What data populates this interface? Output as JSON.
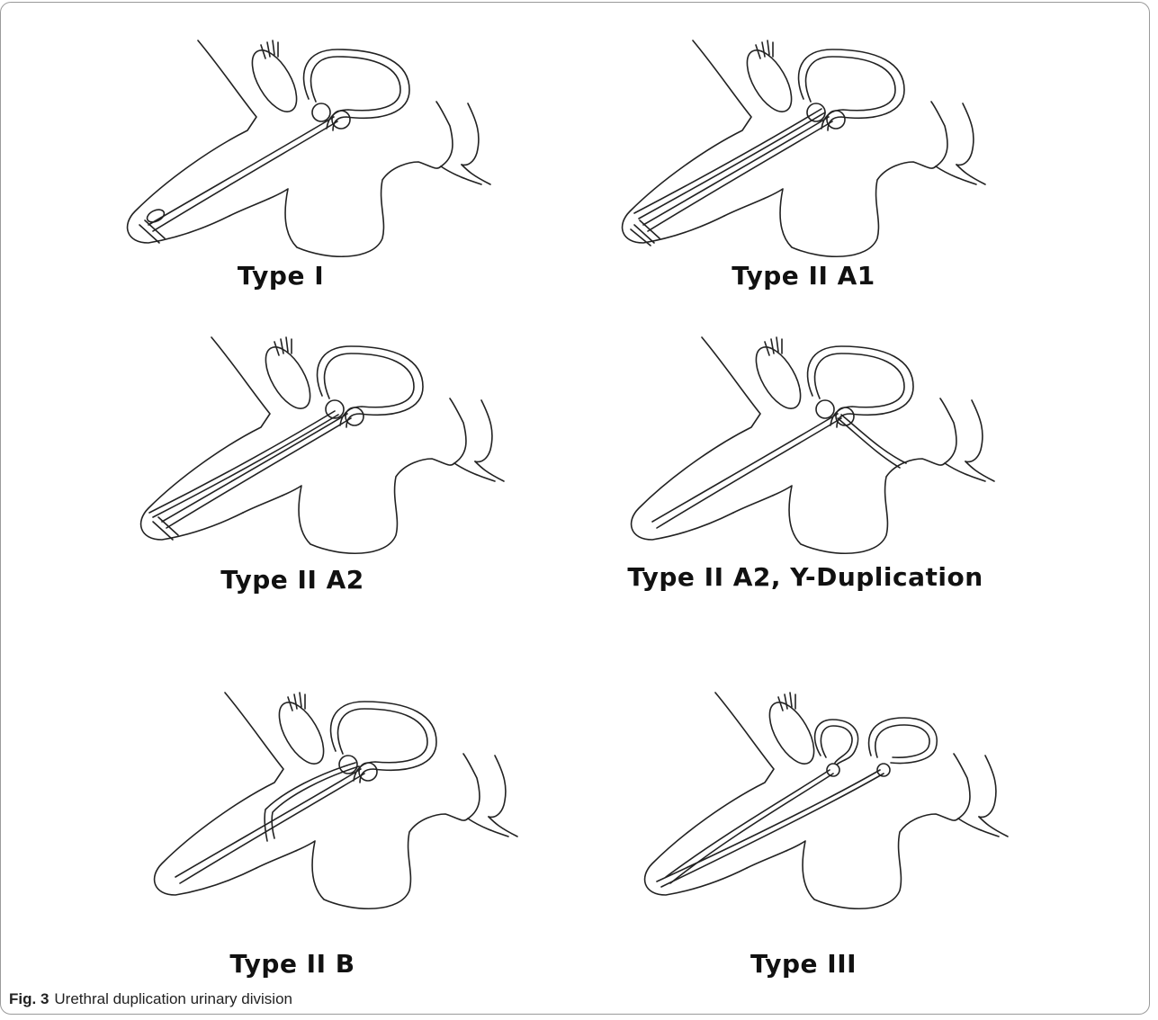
{
  "figure": {
    "caption_label": "Fig. 3",
    "caption_text": "Urethral duplication urinary division"
  },
  "panels": [
    {
      "label": "Type I"
    },
    {
      "label": "Type II A1"
    },
    {
      "label": "Type II A2"
    },
    {
      "label": "Type II A2, Y-Duplication"
    },
    {
      "label": "Type II B"
    },
    {
      "label": "Type III"
    }
  ],
  "colors": {
    "line": "#222222",
    "frame": "#9a9a9a"
  }
}
